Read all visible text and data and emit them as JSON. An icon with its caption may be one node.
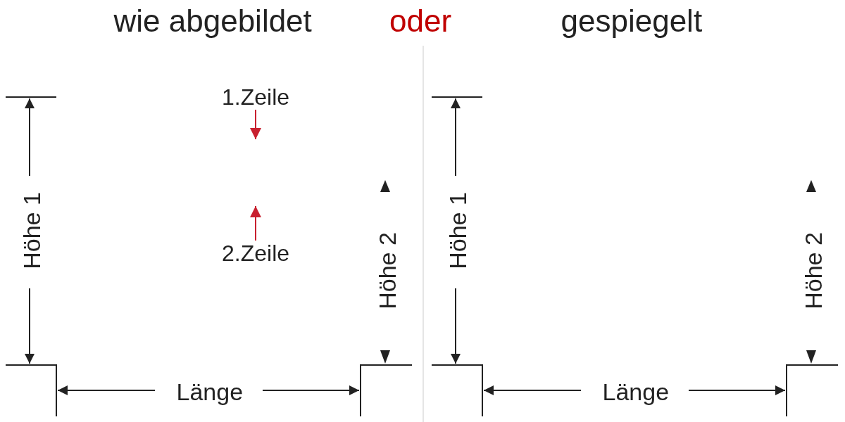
{
  "diagram": {
    "nodes": [
      {
        "text": [
          "1.Zeile"
        ]
      },
      {
        "text": [
          "2.Zeile"
        ]
      }
    ],
    "edges": [
      {
        "from": 0,
        "to": null,
        "arrow": "to"
      },
      {
        "from": 1,
        "to": null,
        "arrow": "to"
      }
    ],
    "labels": [
      "wie abgebildet",
      "oder",
      "gespiegelt",
      "Höhe 1",
      "Höhe 2",
      "Länge",
      "Höhe 1",
      "Höhe 2",
      "Länge"
    ]
  }
}
